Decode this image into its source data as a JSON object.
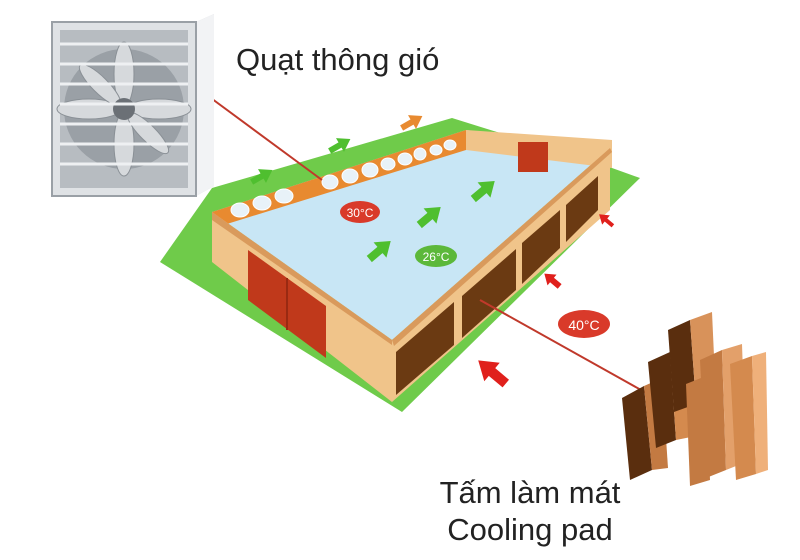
{
  "fan_label": "Quạt thông gió",
  "pad_label_vi": "Tấm làm mát",
  "pad_label_en": "Cooling pad",
  "temps": {
    "interior_hot": "30°C",
    "interior_cool": "26°C",
    "outside": "40°C"
  },
  "colors": {
    "ground": "#6fcb4a",
    "roof_surface": "#c8e6f5",
    "wall": "#f0c48a",
    "door": "#c0391b",
    "fan_band": "#e88a30",
    "pad_dark": "#6b3a12",
    "hot_badge": "#d93a2a",
    "cool_badge": "#5cb83a",
    "air_in_arrow": "#e0201c",
    "air_flow_arrow": "#4fbf2f"
  }
}
